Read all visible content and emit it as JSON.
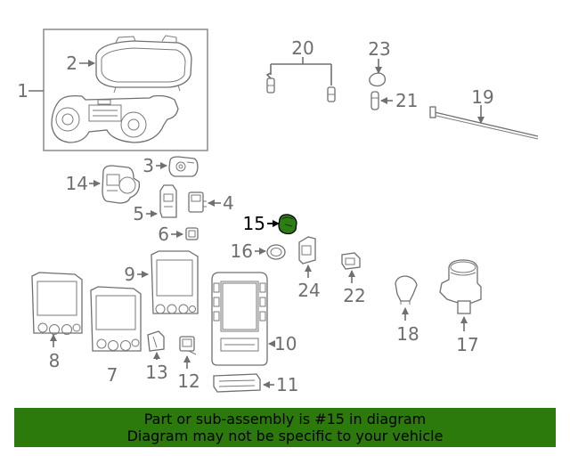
{
  "callouts": {
    "c1": "1",
    "c2": "2",
    "c3": "3",
    "c4": "4",
    "c5": "5",
    "c6": "6",
    "c7": "7",
    "c8": "8",
    "c9": "9",
    "c10": "10",
    "c11": "11",
    "c12": "12",
    "c13": "13",
    "c14": "14",
    "c15": "15",
    "c16": "16",
    "c17": "17",
    "c18": "18",
    "c19": "19",
    "c20": "20",
    "c21": "21",
    "c22": "22",
    "c23": "23",
    "c24": "24"
  },
  "highlight": {
    "callout": "15",
    "color": "#2e7d14"
  },
  "banner": {
    "line1": "Part or sub-assembly is #15 in diagram",
    "line2": "Diagram may not be specific to your vehicle",
    "background": "#2b7a0b"
  }
}
